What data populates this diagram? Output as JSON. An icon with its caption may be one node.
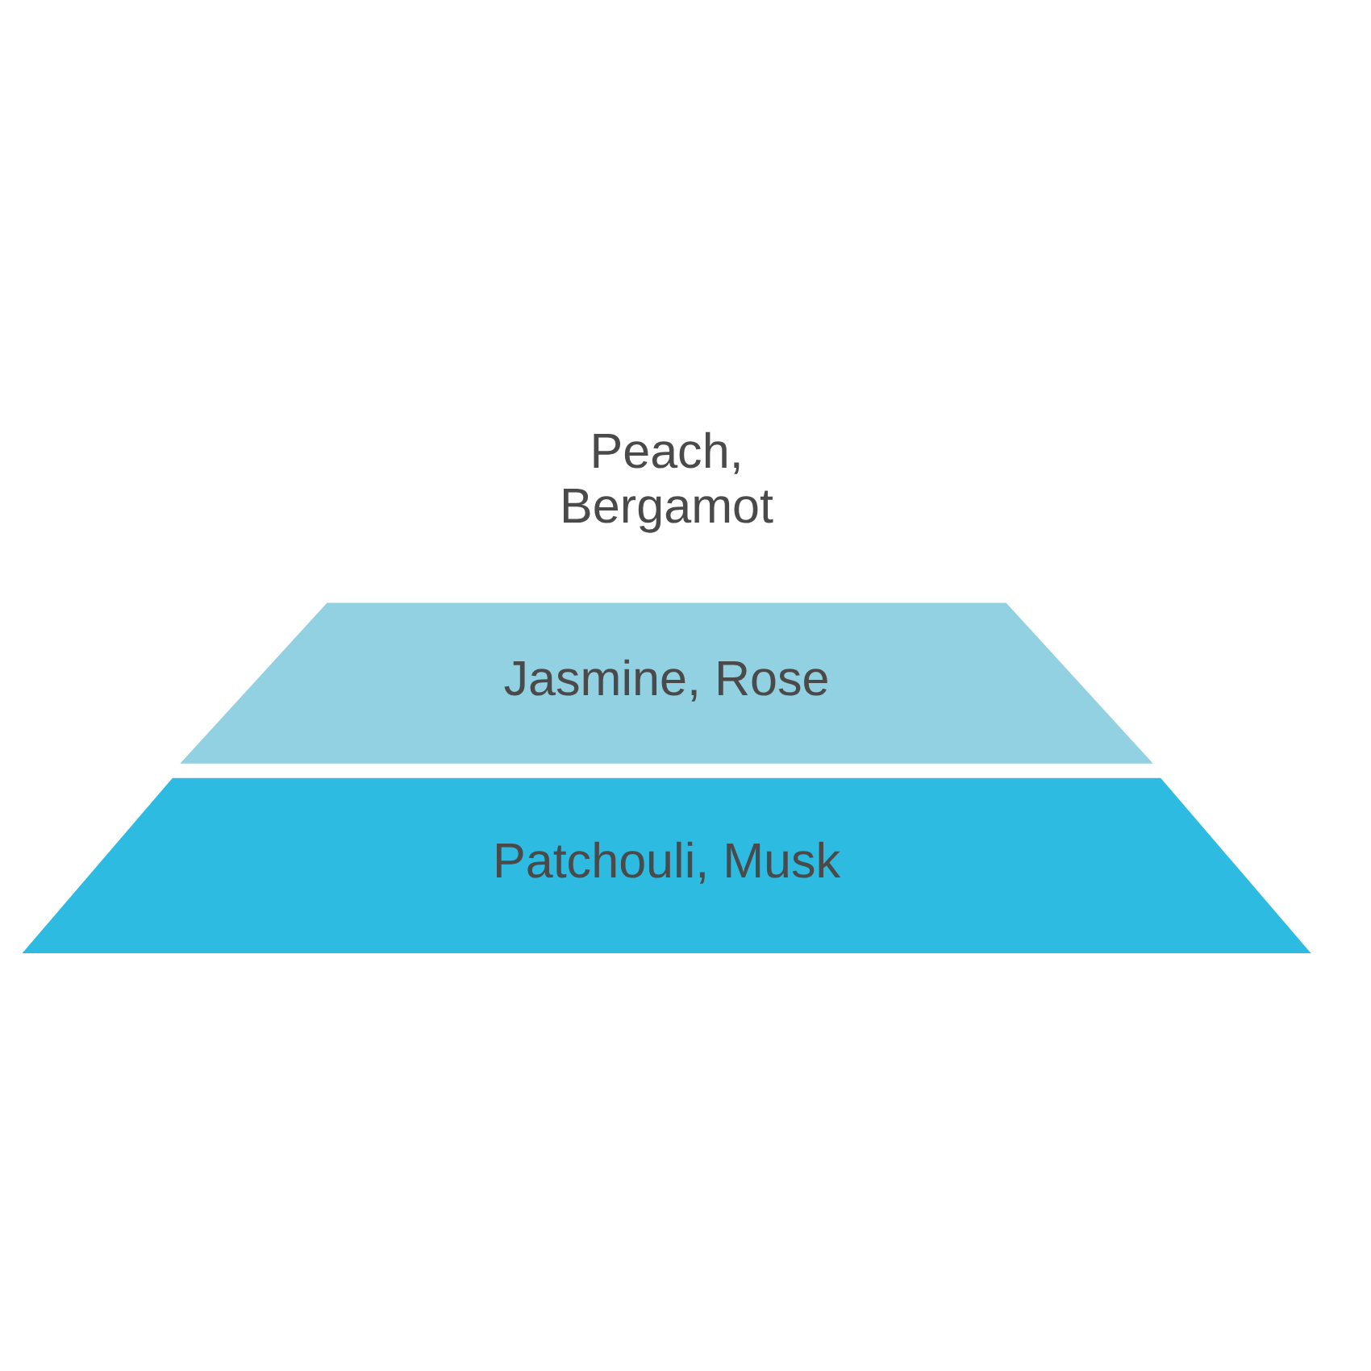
{
  "diagram": {
    "nodes": [
      {
        "text": [
          "Jasmine, Rose"
        ]
      },
      {
        "text": [
          "Patchouli, Musk"
        ]
      }
    ],
    "labels": [
      "Peach, Bergamot"
    ]
  }
}
